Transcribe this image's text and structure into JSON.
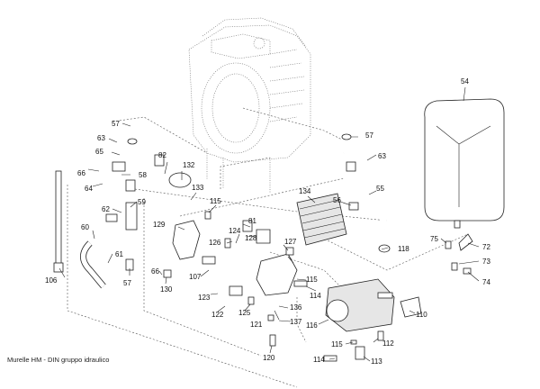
{
  "caption": "Murelle HM - DIN gruppo idraulico",
  "labels": [
    "57",
    "63",
    "65",
    "66",
    "64",
    "58",
    "82",
    "132",
    "133",
    "62",
    "59",
    "60",
    "61",
    "57",
    "106",
    "115",
    "129",
    "81",
    "128",
    "126",
    "124",
    "127",
    "134",
    "56",
    "55",
    "57",
    "63",
    "118",
    "54",
    "75",
    "72",
    "73",
    "74",
    "107",
    "66",
    "130",
    "123",
    "122",
    "125",
    "121",
    "136",
    "137",
    "120",
    "115",
    "114",
    "116",
    "115",
    "112",
    "113",
    "110",
    "114"
  ]
}
